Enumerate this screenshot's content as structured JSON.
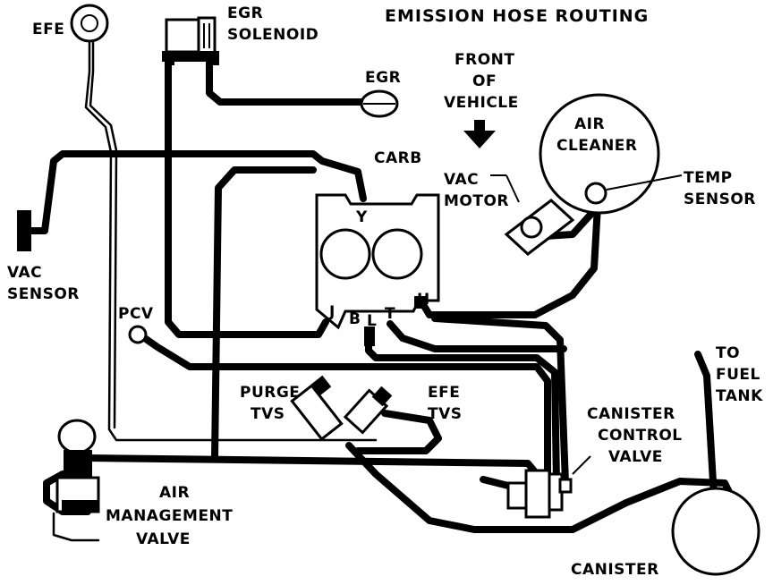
{
  "title": "EMISSION HOSE ROUTING",
  "labels": {
    "efe": "EFE",
    "egr_solenoid_1": "EGR",
    "egr_solenoid_2": "SOLENOID",
    "egr": "EGR",
    "front_1": "FRONT",
    "front_2": "OF",
    "front_3": "VEHICLE",
    "air_cleaner_1": "AIR",
    "air_cleaner_2": "CLEANER",
    "carb": "CARB",
    "vac_motor_1": "VAC",
    "vac_motor_2": "MOTOR",
    "temp_sensor_1": "TEMP",
    "temp_sensor_2": "SENSOR",
    "vac_sensor_1": "VAC",
    "vac_sensor_2": "SENSOR",
    "pcv": "PCV",
    "port_y": "Y",
    "port_j": "J",
    "port_b": "B",
    "port_l": "L",
    "port_t": "T",
    "port_h": "H",
    "purge_tvs_1": "PURGE",
    "purge_tvs_2": "TVS",
    "efe_tvs_1": "EFE",
    "efe_tvs_2": "TVS",
    "to_fuel_tank_1": "TO",
    "to_fuel_tank_2": "FUEL",
    "to_fuel_tank_3": "TANK",
    "canister_control_1": "CANISTER",
    "canister_control_2": "CONTROL",
    "canister_control_3": "VALVE",
    "air_mgmt_1": "AIR",
    "air_mgmt_2": "MANAGEMENT",
    "air_mgmt_3": "VALVE",
    "canister": "CANISTER"
  }
}
